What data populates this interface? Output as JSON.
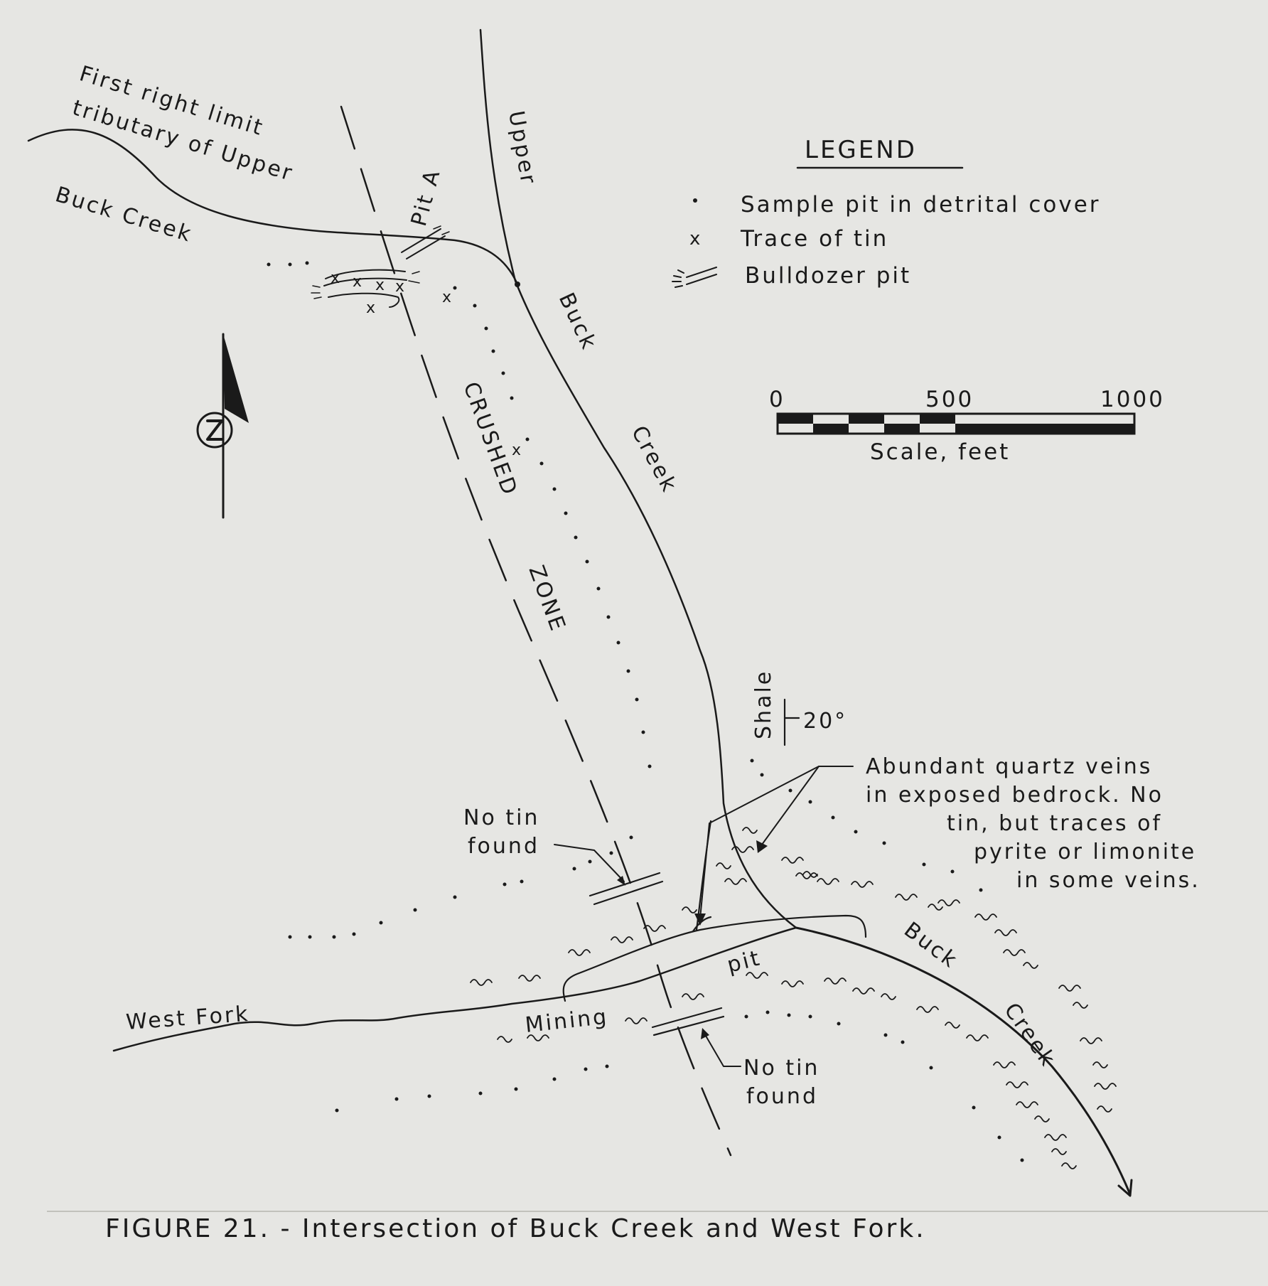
{
  "labels": {
    "tributary_line1": "First right limit",
    "tributary_line2": "tributary of Upper",
    "tributary_line3": "Buck Creek",
    "pit_a": "Pit A",
    "upper_buck_creek_1": "Upper",
    "upper_buck_creek_2": "Buck",
    "upper_buck_creek_3": "Creek",
    "crushed": "CRUSHED",
    "zone": "ZONE",
    "shale": "Shale",
    "dip": "20°",
    "quartz_1": "Abundant quartz veins",
    "quartz_2": "in exposed bedrock. No",
    "quartz_3": "tin, but traces of",
    "quartz_4": "pyrite or limonite",
    "quartz_5": "in some veins.",
    "no_tin_upper_1": "No tin",
    "no_tin_upper_2": "found",
    "no_tin_lower_1": "No tin",
    "no_tin_lower_2": "found",
    "west_fork": "West Fork",
    "mining": "Mining",
    "pit": "pit",
    "buck_lower": "Buck",
    "creek_lower": "Creek"
  },
  "legend": {
    "title": "LEGEND",
    "items": [
      {
        "symbol": "dot",
        "label": "Sample pit in detrital cover"
      },
      {
        "symbol": "x",
        "label": "Trace of tin"
      },
      {
        "symbol": "bulldozer-pit",
        "label": "Bulldozer pit"
      }
    ],
    "x_symbol": "x"
  },
  "scale": {
    "ticks": [
      "0",
      "500",
      "1000"
    ],
    "label": "Scale, feet"
  },
  "caption": "FIGURE 21. - Intersection of Buck Creek and West Fork.",
  "colors": {
    "ink": "#1a1a1a",
    "paper": "#e6e6e3"
  }
}
